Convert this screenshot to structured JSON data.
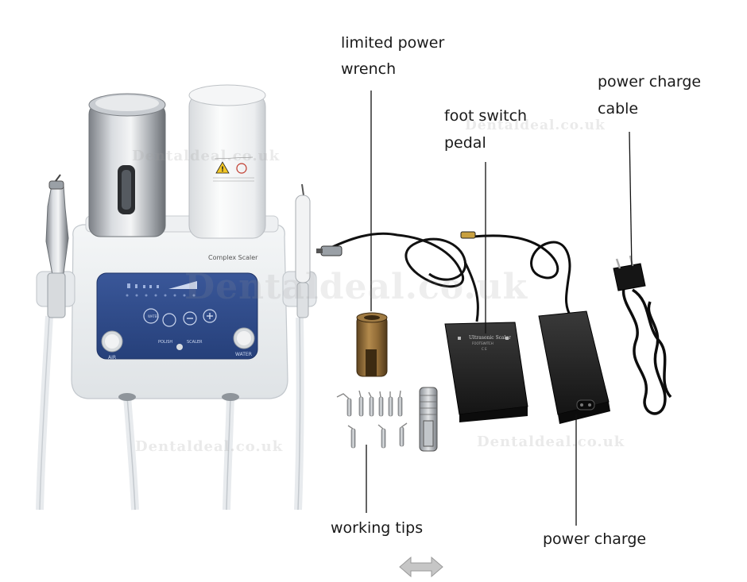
{
  "labels": {
    "wrench": [
      "limited power",
      "wrench"
    ],
    "foot_switch": [
      "foot switch",
      "pedal"
    ],
    "cable": [
      "power charge",
      "cable"
    ],
    "working_tips": "working tips",
    "power_charge": "power charge"
  },
  "device": {
    "brand": "Complex Scaler",
    "knob_left": "AIR",
    "knob_right": "WATER",
    "mode_1": "POLISH",
    "mode_2": "SCALER",
    "button_1": "WATER MODE"
  },
  "pedal_text": {
    "line1": "Ultrasonic Scaler",
    "line2": "FOOTSWITCH",
    "line3": "C E"
  },
  "watermark": "Dentaldeal.co.uk",
  "colors": {
    "panel": "#2f4a86",
    "body": "#e9ecef",
    "pedal": "#2a2a2a",
    "brass": "#8a6a3a",
    "label_text": "#1a1a1a"
  },
  "icons": {
    "nav": "left-right-arrow-icon"
  }
}
